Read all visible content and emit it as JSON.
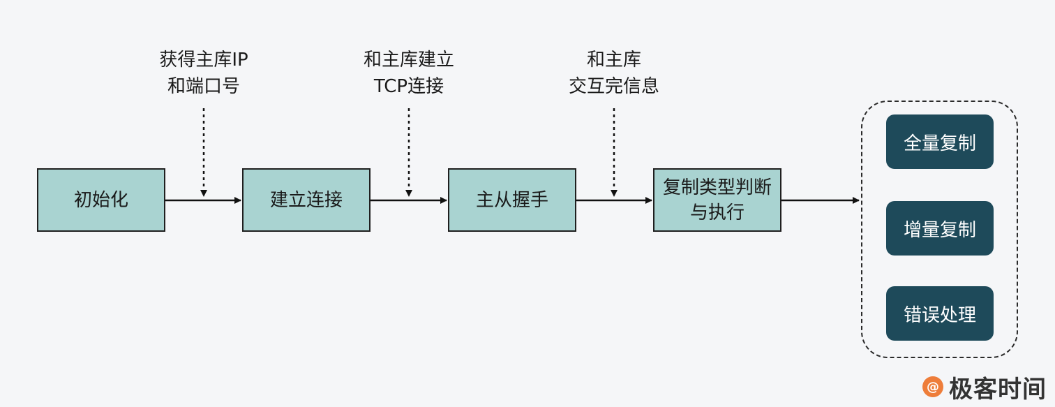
{
  "stages": [
    {
      "id": "s1",
      "label": "初始化"
    },
    {
      "id": "s2",
      "label": "建立连接"
    },
    {
      "id": "s3",
      "label": "主从握手"
    },
    {
      "id": "s4",
      "label": "复制类型判断\n与执行"
    }
  ],
  "notes": [
    {
      "label": "获得主库IP\n和端口号"
    },
    {
      "label": "和主库建立\nTCP连接"
    },
    {
      "label": "和主库\n交互完信息"
    }
  ],
  "outcomes": [
    {
      "label": "全量复制"
    },
    {
      "label": "增量复制"
    },
    {
      "label": "错误处理"
    }
  ],
  "colors": {
    "stage_fill": "#a9d3d1",
    "outcome_fill": "#1e4a5a",
    "background": "#f5f6f8",
    "line": "#111111"
  },
  "watermark": {
    "brand": "极客时间"
  }
}
